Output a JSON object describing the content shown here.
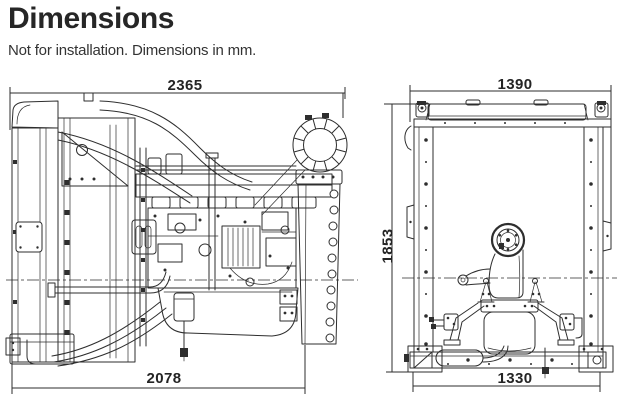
{
  "header": {
    "title": "Dimensions",
    "subtitle": "Not for installation. Dimensions in mm."
  },
  "units": "mm",
  "side_view": {
    "top_dim_mm": "2365",
    "bottom_dim_mm": "2078"
  },
  "front_view": {
    "top_dim_mm": "1390",
    "height_dim_mm": "1853",
    "bottom_dim_mm": "1330"
  },
  "colors": {
    "line": "#2e2e2e",
    "text": "#242424",
    "background": "#ffffff"
  }
}
